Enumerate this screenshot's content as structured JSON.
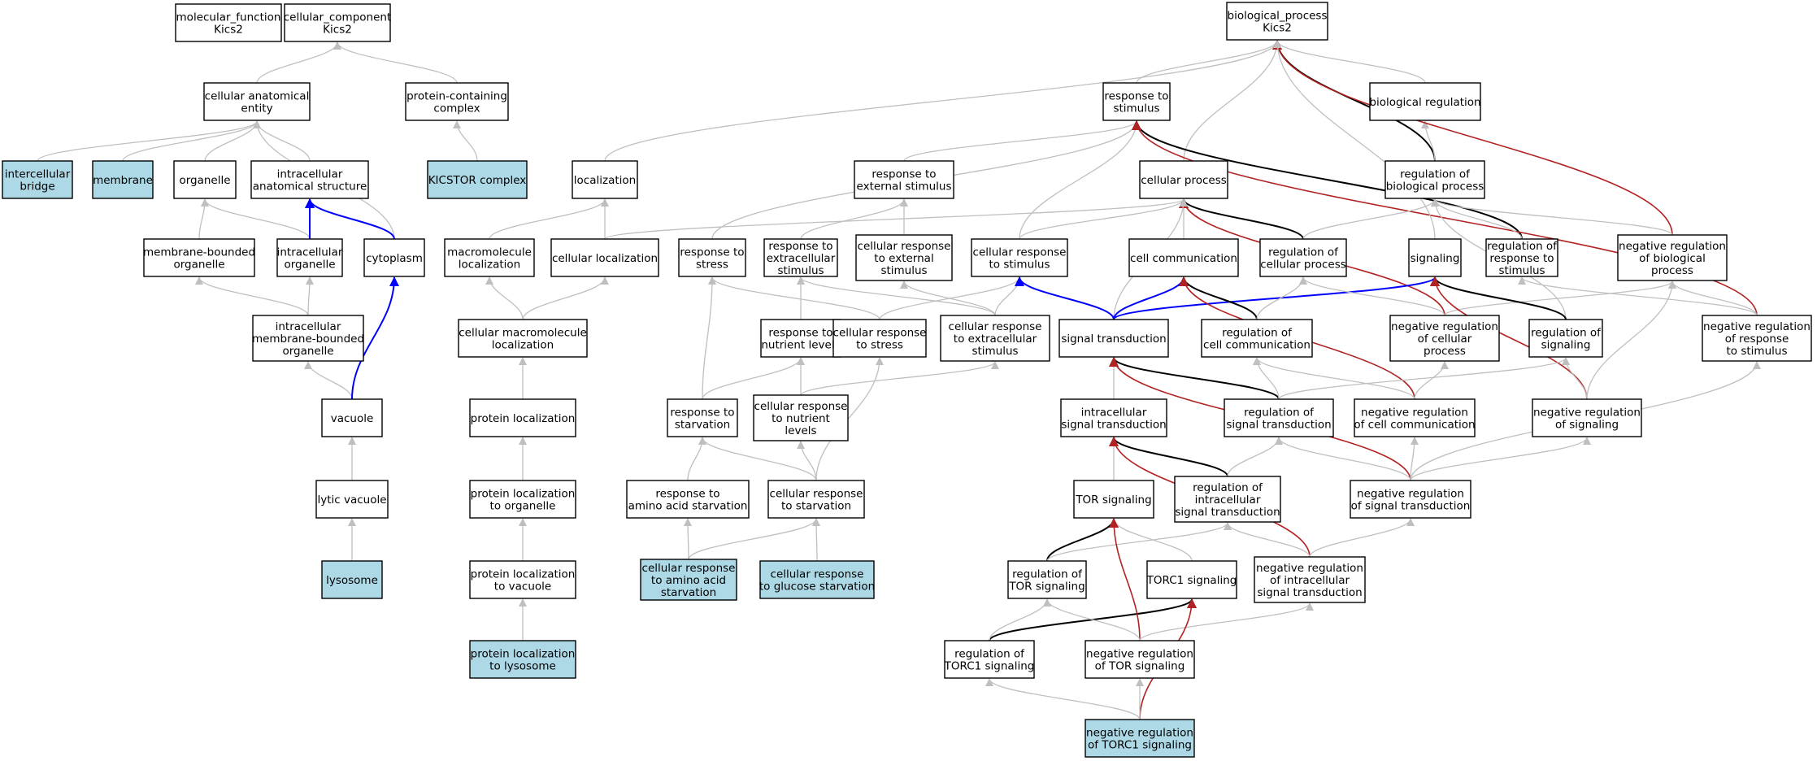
{
  "colors": {
    "is_a": "#bfbfbf",
    "part_of": "#0000ff",
    "regulates": "#000000",
    "negatively_regulates": "#b22222",
    "annotated_fill": "#add8e6"
  },
  "nodes": {
    "mf_root": [
      "molecular_function",
      "Kics2"
    ],
    "cc_root": [
      "cellular_component",
      "Kics2"
    ],
    "bp_root": [
      "biological_process",
      "Kics2"
    ],
    "cell_anat_entity": [
      "cellular anatomical",
      "entity"
    ],
    "prot_cont_complex": [
      "protein-containing",
      "complex"
    ],
    "intercell_bridge": [
      "intercellular",
      "bridge"
    ],
    "membrane": [
      "membrane"
    ],
    "organelle": [
      "organelle"
    ],
    "intracell_anat_struct": [
      "intracellular",
      "anatomical structure"
    ],
    "kicstor": [
      "KICSTOR complex"
    ],
    "mem_bound_org": [
      "membrane-bounded",
      "organelle"
    ],
    "intracell_org": [
      "intracellular",
      "organelle"
    ],
    "cytoplasm": [
      "cytoplasm"
    ],
    "intracell_mem_bound_org": [
      "intracellular",
      "membrane-bounded",
      "organelle"
    ],
    "vacuole": [
      "vacuole"
    ],
    "lytic_vacuole": [
      "lytic vacuole"
    ],
    "lysosome": [
      "lysosome"
    ],
    "localization": [
      "localization"
    ],
    "macromol_loc": [
      "macromolecule",
      "localization"
    ],
    "cellular_loc": [
      "cellular localization"
    ],
    "cell_macromol_loc": [
      "cellular macromolecule",
      "localization"
    ],
    "protein_loc": [
      "protein localization"
    ],
    "protein_loc_org": [
      "protein localization",
      "to organelle"
    ],
    "protein_loc_vac": [
      "protein localization",
      "to vacuole"
    ],
    "protein_loc_lys": [
      "protein localization",
      "to lysosome"
    ],
    "resp_stimulus": [
      "response to",
      "stimulus"
    ],
    "bio_reg": [
      "biological regulation"
    ],
    "resp_ext_stim": [
      "response to",
      "external stimulus"
    ],
    "cellular_process": [
      "cellular process"
    ],
    "reg_bio_proc": [
      "regulation of",
      "biological process"
    ],
    "resp_stress": [
      "response to",
      "stress"
    ],
    "resp_extracell_stim": [
      "response to",
      "extracellular",
      "stimulus"
    ],
    "cell_resp_ext_stim": [
      "cellular response",
      "to external",
      "stimulus"
    ],
    "cell_resp_stim": [
      "cellular response",
      "to stimulus"
    ],
    "cell_comm": [
      "cell communication"
    ],
    "reg_cell_proc": [
      "regulation of",
      "cellular process"
    ],
    "signaling": [
      "signaling"
    ],
    "reg_resp_stim": [
      "regulation of",
      "response to",
      "stimulus"
    ],
    "neg_reg_bio_proc": [
      "negative regulation",
      "of biological",
      "process"
    ],
    "resp_nutr_levels": [
      "response to",
      "nutrient levels"
    ],
    "cell_resp_stress": [
      "cellular response",
      "to stress"
    ],
    "cell_resp_extracell_stim": [
      "cellular response",
      "to extracellular",
      "stimulus"
    ],
    "signal_transduction": [
      "signal transduction"
    ],
    "reg_cell_comm": [
      "regulation of",
      "cell communication"
    ],
    "neg_reg_cell_proc": [
      "negative regulation",
      "of cellular",
      "process"
    ],
    "reg_signaling": [
      "regulation of",
      "signaling"
    ],
    "neg_reg_resp_stim": [
      "negative regulation",
      "of response",
      "to stimulus"
    ],
    "resp_starvation": [
      "response to",
      "starvation"
    ],
    "cell_resp_nutr_levels": [
      "cellular response",
      "to nutrient",
      "levels"
    ],
    "intracell_sig_trans": [
      "intracellular",
      "signal transduction"
    ],
    "reg_sig_trans": [
      "regulation of",
      "signal transduction"
    ],
    "neg_reg_cell_comm": [
      "negative regulation",
      "of cell communication"
    ],
    "neg_reg_signaling": [
      "negative regulation",
      "of signaling"
    ],
    "resp_aa_starv": [
      "response to",
      "amino acid starvation"
    ],
    "cell_resp_starv": [
      "cellular response",
      "to starvation"
    ],
    "tor_signaling": [
      "TOR signaling"
    ],
    "reg_intracell_sig": [
      "regulation of",
      "intracellular",
      "signal transduction"
    ],
    "neg_reg_sig_trans": [
      "negative regulation",
      "of signal transduction"
    ],
    "cell_resp_aa_starv": [
      "cellular response",
      "to amino acid",
      "starvation"
    ],
    "cell_resp_glc_starv": [
      "cellular response",
      "to glucose starvation"
    ],
    "reg_tor_sig": [
      "regulation of",
      "TOR signaling"
    ],
    "torc1_sig": [
      "TORC1 signaling"
    ],
    "neg_reg_intracell_sig": [
      "negative regulation",
      "of intracellular",
      "signal transduction"
    ],
    "reg_torc1_sig": [
      "regulation of",
      "TORC1 signaling"
    ],
    "neg_reg_tor_sig": [
      "negative regulation",
      "of TOR signaling"
    ],
    "neg_reg_torc1_sig": [
      "negative regulation",
      "of TORC1 signaling"
    ]
  },
  "annotated": [
    "intercell_bridge",
    "membrane",
    "kicstor",
    "lysosome",
    "protein_loc_lys",
    "cell_resp_aa_starv",
    "cell_resp_glc_starv",
    "neg_reg_torc1_sig"
  ],
  "edges": [
    [
      "cell_anat_entity",
      "cc_root",
      "is_a"
    ],
    [
      "prot_cont_complex",
      "cc_root",
      "is_a"
    ],
    [
      "intercell_bridge",
      "cell_anat_entity",
      "is_a"
    ],
    [
      "membrane",
      "cell_anat_entity",
      "is_a"
    ],
    [
      "organelle",
      "cell_anat_entity",
      "is_a"
    ],
    [
      "intracell_anat_struct",
      "cell_anat_entity",
      "is_a"
    ],
    [
      "cytoplasm",
      "cell_anat_entity",
      "is_a"
    ],
    [
      "kicstor",
      "prot_cont_complex",
      "is_a"
    ],
    [
      "mem_bound_org",
      "organelle",
      "is_a"
    ],
    [
      "intracell_org",
      "organelle",
      "is_a"
    ],
    [
      "intracell_org",
      "intracell_anat_struct",
      "part_of"
    ],
    [
      "cytoplasm",
      "intracell_anat_struct",
      "part_of"
    ],
    [
      "intracell_mem_bound_org",
      "mem_bound_org",
      "is_a"
    ],
    [
      "intracell_mem_bound_org",
      "intracell_org",
      "is_a"
    ],
    [
      "vacuole",
      "intracell_mem_bound_org",
      "is_a"
    ],
    [
      "vacuole",
      "cytoplasm",
      "part_of"
    ],
    [
      "lytic_vacuole",
      "vacuole",
      "is_a"
    ],
    [
      "lysosome",
      "lytic_vacuole",
      "is_a"
    ],
    [
      "localization",
      "bp_root",
      "is_a"
    ],
    [
      "macromol_loc",
      "localization",
      "is_a"
    ],
    [
      "cellular_loc",
      "localization",
      "is_a"
    ],
    [
      "cellular_loc",
      "cellular_process",
      "is_a"
    ],
    [
      "cell_macromol_loc",
      "macromol_loc",
      "is_a"
    ],
    [
      "cell_macromol_loc",
      "cellular_loc",
      "is_a"
    ],
    [
      "protein_loc",
      "cell_macromol_loc",
      "is_a"
    ],
    [
      "protein_loc_org",
      "protein_loc",
      "is_a"
    ],
    [
      "protein_loc_vac",
      "protein_loc_org",
      "is_a"
    ],
    [
      "protein_loc_lys",
      "protein_loc_vac",
      "is_a"
    ],
    [
      "resp_stimulus",
      "bp_root",
      "is_a"
    ],
    [
      "cellular_process",
      "bp_root",
      "is_a"
    ],
    [
      "bio_reg",
      "bp_root",
      "is_a"
    ],
    [
      "reg_bio_proc",
      "bp_root",
      "regulates"
    ],
    [
      "reg_bio_proc",
      "bio_reg",
      "is_a"
    ],
    [
      "neg_reg_bio_proc",
      "bp_root",
      "negatively_regulates"
    ],
    [
      "resp_ext_stim",
      "resp_stimulus",
      "is_a"
    ],
    [
      "resp_stress",
      "resp_stimulus",
      "is_a"
    ],
    [
      "cell_resp_stim",
      "resp_stimulus",
      "is_a"
    ],
    [
      "reg_resp_stim",
      "resp_stimulus",
      "regulates"
    ],
    [
      "neg_reg_resp_stim",
      "resp_stimulus",
      "negatively_regulates"
    ],
    [
      "resp_extracell_stim",
      "resp_ext_stim",
      "is_a"
    ],
    [
      "cell_resp_ext_stim",
      "resp_ext_stim",
      "is_a"
    ],
    [
      "cell_resp_stim",
      "cellular_process",
      "is_a"
    ],
    [
      "cell_comm",
      "cellular_process",
      "is_a"
    ],
    [
      "reg_cell_proc",
      "cellular_process",
      "regulates"
    ],
    [
      "neg_reg_cell_proc",
      "cellular_process",
      "negatively_regulates"
    ],
    [
      "signal_transduction",
      "cellular_process",
      "is_a"
    ],
    [
      "reg_cell_proc",
      "reg_bio_proc",
      "is_a"
    ],
    [
      "signaling",
      "bp_root",
      "is_a"
    ],
    [
      "reg_resp_stim",
      "reg_bio_proc",
      "is_a"
    ],
    [
      "neg_reg_bio_proc",
      "reg_bio_proc",
      "is_a"
    ],
    [
      "reg_signaling",
      "reg_bio_proc",
      "is_a"
    ],
    [
      "resp_nutr_levels",
      "resp_extracell_stim",
      "is_a"
    ],
    [
      "cell_resp_stress",
      "resp_stress",
      "is_a"
    ],
    [
      "cell_resp_stress",
      "cell_resp_stim",
      "is_a"
    ],
    [
      "cell_resp_extracell_stim",
      "resp_extracell_stim",
      "is_a"
    ],
    [
      "cell_resp_extracell_stim",
      "cell_resp_ext_stim",
      "is_a"
    ],
    [
      "cell_resp_extracell_stim",
      "cell_resp_stim",
      "is_a"
    ],
    [
      "signal_transduction",
      "cell_resp_stim",
      "part_of"
    ],
    [
      "signal_transduction",
      "cell_comm",
      "part_of"
    ],
    [
      "signal_transduction",
      "signaling",
      "part_of"
    ],
    [
      "reg_cell_comm",
      "cell_comm",
      "regulates"
    ],
    [
      "reg_cell_comm",
      "reg_cell_proc",
      "is_a"
    ],
    [
      "neg_reg_cell_comm",
      "cell_comm",
      "negatively_regulates"
    ],
    [
      "neg_reg_cell_proc",
      "reg_cell_proc",
      "is_a"
    ],
    [
      "neg_reg_cell_proc",
      "neg_reg_bio_proc",
      "is_a"
    ],
    [
      "reg_signaling",
      "signaling",
      "regulates"
    ],
    [
      "neg_reg_signaling",
      "signaling",
      "negatively_regulates"
    ],
    [
      "neg_reg_resp_stim",
      "reg_resp_stim",
      "is_a"
    ],
    [
      "neg_reg_resp_stim",
      "neg_reg_bio_proc",
      "is_a"
    ],
    [
      "resp_starvation",
      "resp_stress",
      "is_a"
    ],
    [
      "resp_starvation",
      "resp_nutr_levels",
      "is_a"
    ],
    [
      "cell_resp_nutr_levels",
      "resp_nutr_levels",
      "is_a"
    ],
    [
      "cell_resp_nutr_levels",
      "cell_resp_extracell_stim",
      "is_a"
    ],
    [
      "intracell_sig_trans",
      "signal_transduction",
      "is_a"
    ],
    [
      "reg_sig_trans",
      "signal_transduction",
      "regulates"
    ],
    [
      "reg_sig_trans",
      "reg_cell_comm",
      "is_a"
    ],
    [
      "reg_sig_trans",
      "reg_signaling",
      "is_a"
    ],
    [
      "neg_reg_cell_comm",
      "reg_cell_comm",
      "is_a"
    ],
    [
      "neg_reg_cell_comm",
      "neg_reg_cell_proc",
      "is_a"
    ],
    [
      "neg_reg_signaling",
      "reg_signaling",
      "is_a"
    ],
    [
      "neg_reg_signaling",
      "neg_reg_bio_proc",
      "is_a"
    ],
    [
      "resp_aa_starv",
      "resp_starvation",
      "is_a"
    ],
    [
      "cell_resp_starv",
      "resp_starvation",
      "is_a"
    ],
    [
      "cell_resp_starv",
      "cell_resp_stress",
      "is_a"
    ],
    [
      "cell_resp_starv",
      "cell_resp_nutr_levels",
      "is_a"
    ],
    [
      "tor_signaling",
      "intracell_sig_trans",
      "is_a"
    ],
    [
      "reg_intracell_sig",
      "intracell_sig_trans",
      "regulates"
    ],
    [
      "reg_intracell_sig",
      "reg_sig_trans",
      "is_a"
    ],
    [
      "neg_reg_sig_trans",
      "signal_transduction",
      "negatively_regulates"
    ],
    [
      "neg_reg_sig_trans",
      "reg_sig_trans",
      "is_a"
    ],
    [
      "neg_reg_sig_trans",
      "neg_reg_cell_comm",
      "is_a"
    ],
    [
      "neg_reg_sig_trans",
      "neg_reg_signaling",
      "is_a"
    ],
    [
      "neg_reg_sig_trans",
      "neg_reg_resp_stim",
      "is_a"
    ],
    [
      "cell_resp_aa_starv",
      "resp_aa_starv",
      "is_a"
    ],
    [
      "cell_resp_aa_starv",
      "cell_resp_starv",
      "is_a"
    ],
    [
      "cell_resp_glc_starv",
      "cell_resp_starv",
      "is_a"
    ],
    [
      "reg_tor_sig",
      "tor_signaling",
      "regulates"
    ],
    [
      "reg_tor_sig",
      "reg_intracell_sig",
      "is_a"
    ],
    [
      "torc1_sig",
      "tor_signaling",
      "is_a"
    ],
    [
      "neg_reg_intracell_sig",
      "intracell_sig_trans",
      "negatively_regulates"
    ],
    [
      "neg_reg_intracell_sig",
      "reg_intracell_sig",
      "is_a"
    ],
    [
      "neg_reg_intracell_sig",
      "neg_reg_sig_trans",
      "is_a"
    ],
    [
      "reg_torc1_sig",
      "torc1_sig",
      "regulates"
    ],
    [
      "reg_torc1_sig",
      "reg_tor_sig",
      "is_a"
    ],
    [
      "neg_reg_tor_sig",
      "tor_signaling",
      "negatively_regulates"
    ],
    [
      "neg_reg_tor_sig",
      "reg_tor_sig",
      "is_a"
    ],
    [
      "neg_reg_tor_sig",
      "neg_reg_intracell_sig",
      "is_a"
    ],
    [
      "neg_reg_torc1_sig",
      "torc1_sig",
      "negatively_regulates"
    ],
    [
      "neg_reg_torc1_sig",
      "reg_torc1_sig",
      "is_a"
    ],
    [
      "neg_reg_torc1_sig",
      "neg_reg_tor_sig",
      "is_a"
    ]
  ]
}
